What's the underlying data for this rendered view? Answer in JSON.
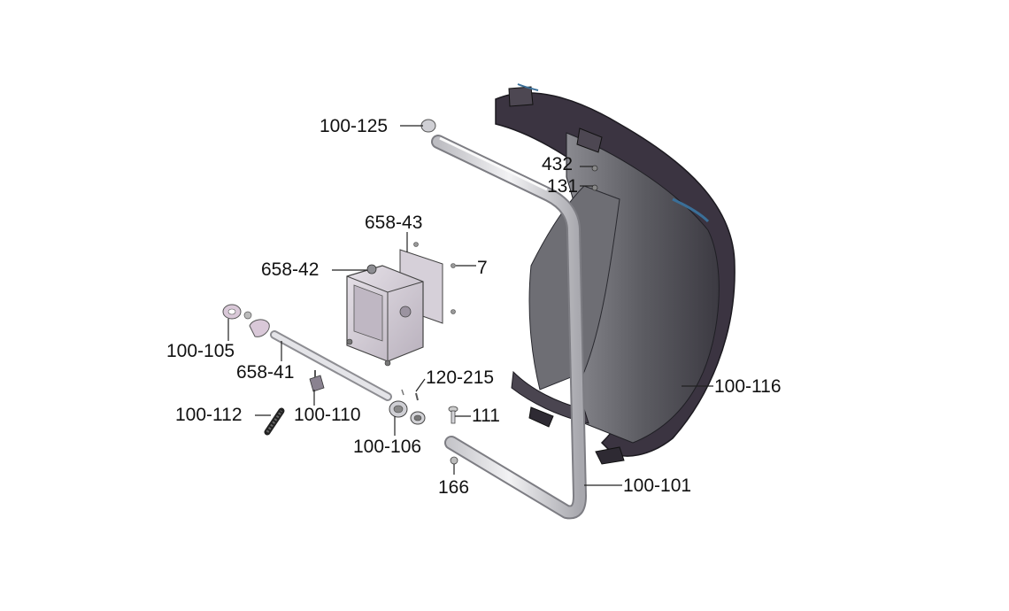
{
  "parts": {
    "p100_125": "100-125",
    "p432": "432",
    "p131": "131",
    "p658_43": "658-43",
    "p7": "7",
    "p658_42": "658-42",
    "p100_105": "100-105",
    "p658_41": "658-41",
    "p120_215": "120-215",
    "p100_116": "100-116",
    "p100_112": "100-112",
    "p100_110": "100-110",
    "p111": "111",
    "p100_106": "100-106",
    "p166": "166",
    "p100_101": "100-101"
  },
  "colors": {
    "fender_dark": "#3a3440",
    "fender_mid": "#5a5360",
    "fender_inner": "#7a7a7e",
    "tube": "#d9d9dc",
    "box": "#cfc9d2",
    "plate": "#d8d2db",
    "washer": "#d6c7d6"
  }
}
